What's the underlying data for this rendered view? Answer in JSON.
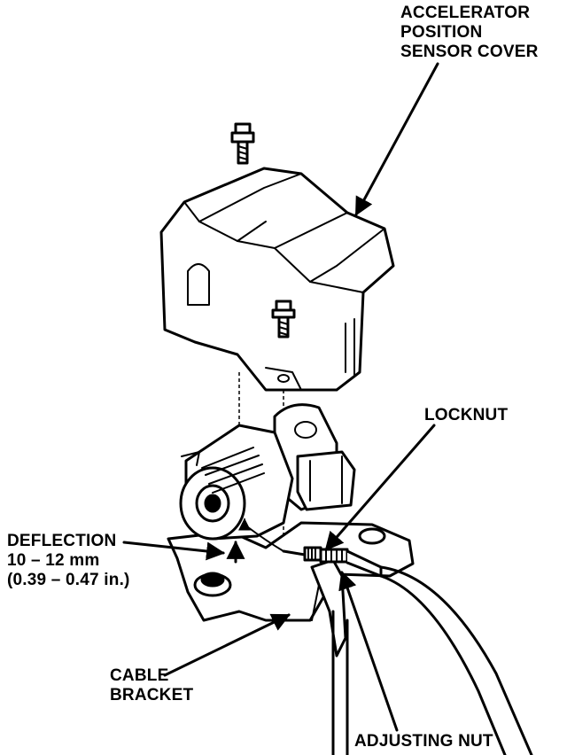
{
  "labels": {
    "sensor_cover": [
      "ACCELERATOR",
      "POSITION",
      "SENSOR COVER"
    ],
    "locknut": "LOCKNUT",
    "deflection": [
      "DEFLECTION",
      "10 – 12 mm",
      "(0.39 – 0.47 in.)"
    ],
    "cable_bracket": [
      "CABLE",
      "BRACKET"
    ],
    "adjusting_nut": "ADJUSTING NUT"
  }
}
